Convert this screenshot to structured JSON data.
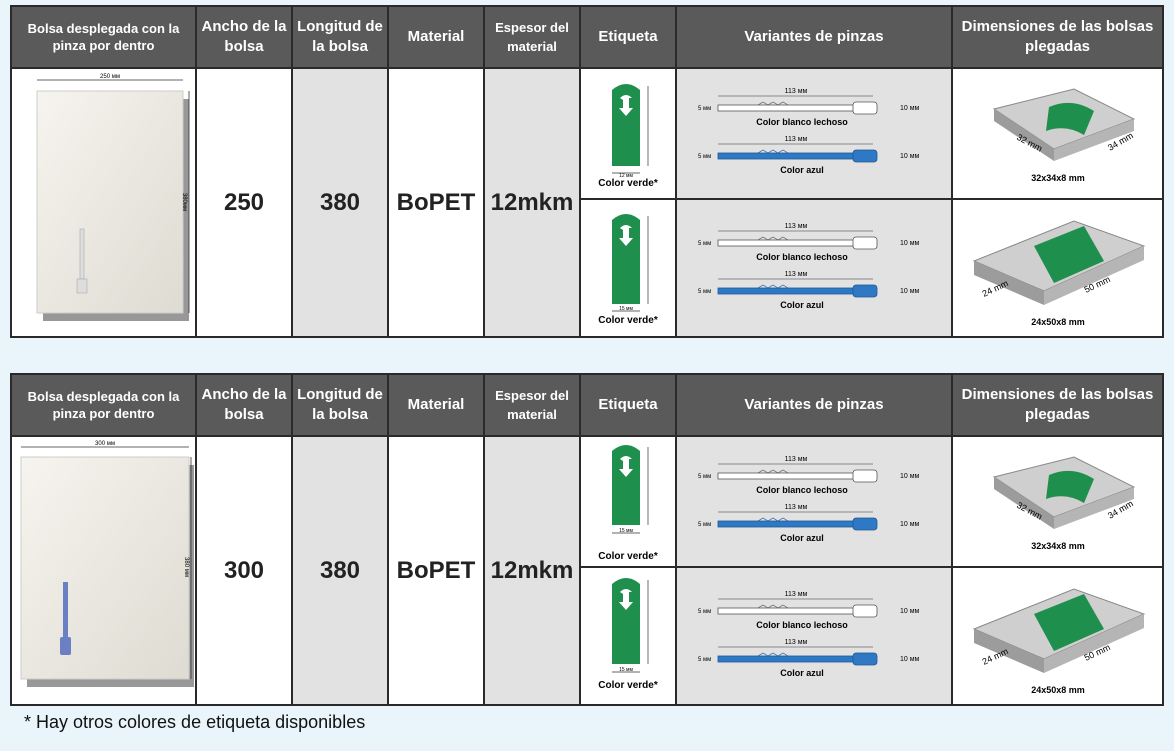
{
  "tables": [
    {
      "headers": {
        "bag": "Bolsa desplegada con la pinza por dentro",
        "width": "Ancho de la bolsa",
        "length": "Longitud de la bolsa",
        "material": "Material",
        "thickness": "Espesor del material",
        "label": "Etiqueta",
        "clips": "Variantes de pinzas",
        "folded": "Dimensiones de las bolsas plegadas"
      },
      "bag_width_dim": "250 мм",
      "bag_height_dim": "380мм",
      "width_value": "250",
      "length_value": "380",
      "material_value": "BoPET",
      "thickness_value": "12mkm",
      "label_variants": [
        {
          "dim": "12 мм",
          "caption": "Color verde*"
        },
        {
          "dim": "15 мм",
          "caption": "Color verde*"
        }
      ],
      "clip_groups": [
        {
          "clips": [
            {
              "length": "113 мм",
              "side_left": "5 мм",
              "side_right": "10 мм",
              "caption": "Color blanco lechoso",
              "color": "#ffffff"
            },
            {
              "length": "113 мм",
              "side_left": "5 мм",
              "side_right": "10 мм",
              "caption": "Color azul",
              "color": "#2f78c4"
            }
          ],
          "folded_dim_a": "32 mm",
          "folded_dim_b": "34 mm",
          "folded_caption": "32x34x8 mm"
        },
        {
          "clips": [
            {
              "length": "113 мм",
              "side_left": "5 мм",
              "side_right": "10 мм",
              "caption": "Color blanco lechoso",
              "color": "#ffffff"
            },
            {
              "length": "113 мм",
              "side_left": "5 мм",
              "side_right": "10 мм",
              "caption": "Color azul",
              "color": "#2f78c4"
            }
          ],
          "folded_dim_a": "24 mm",
          "folded_dim_b": "50 mm",
          "folded_caption": "24x50x8 mm"
        }
      ]
    },
    {
      "headers": {
        "bag": "Bolsa desplegada con la pinza por dentro",
        "width": "Ancho de la bolsa",
        "length": "Longitud de la bolsa",
        "material": "Material",
        "thickness": "Espesor del material",
        "label": "Etiqueta",
        "clips": "Variantes de pinzas",
        "folded": "Dimensiones de las bolsas plegadas"
      },
      "bag_width_dim": "300 мм",
      "bag_height_dim": "380 мм",
      "width_value": "300",
      "length_value": "380",
      "material_value": "BoPET",
      "thickness_value": "12mkm",
      "label_variants": [
        {
          "dim": "15 мм",
          "caption": "Color verde*"
        },
        {
          "dim": "15 мм",
          "caption": "Color verde*"
        }
      ],
      "clip_groups": [
        {
          "clips": [
            {
              "length": "113 мм",
              "side_left": "5 мм",
              "side_right": "10 мм",
              "caption": "Color blanco lechoso",
              "color": "#ffffff"
            },
            {
              "length": "113 мм",
              "side_left": "5 мм",
              "side_right": "10 мм",
              "caption": "Color azul",
              "color": "#2f78c4"
            }
          ],
          "folded_dim_a": "32 mm",
          "folded_dim_b": "34 mm",
          "folded_caption": "32x34x8 mm"
        },
        {
          "clips": [
            {
              "length": "113 мм",
              "side_left": "5 мм",
              "side_right": "10 мм",
              "caption": "Color blanco lechoso",
              "color": "#ffffff"
            },
            {
              "length": "113 мм",
              "side_left": "5 мм",
              "side_right": "10 мм",
              "caption": "Color azul",
              "color": "#2f78c4"
            }
          ],
          "folded_dim_a": "24 mm",
          "folded_dim_b": "50 mm",
          "folded_caption": "24x50x8 mm"
        }
      ]
    }
  ],
  "footnote": "* Hay otros colores de etiqueta disponibles",
  "colors": {
    "header_bg": "#5a5a5a",
    "label_green": "#1f8f4e",
    "clip_blue": "#2f78c4",
    "shade": "#e2e2e2",
    "page_bg": "#eaf5fb"
  }
}
